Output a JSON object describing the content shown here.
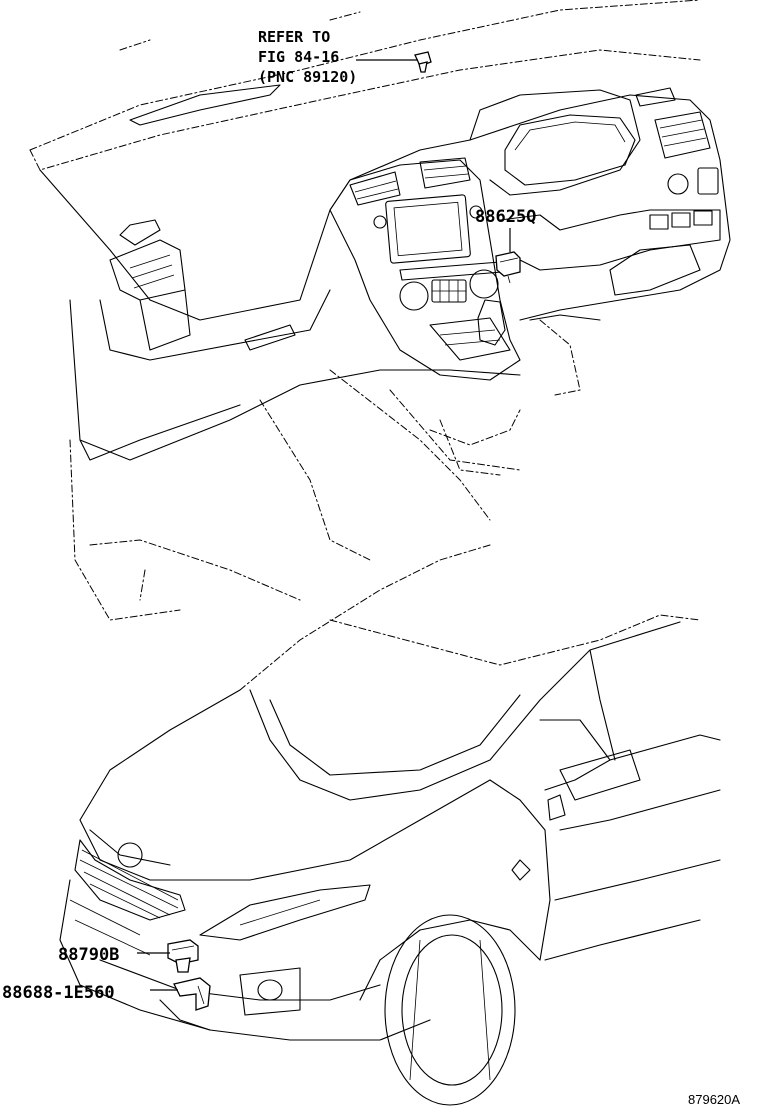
{
  "labels": {
    "refer_line1": "REFER TO",
    "refer_line2": "FIG 84-16",
    "refer_line3": "(PNC 89120)",
    "part_88625q": "88625Q",
    "part_88790b": "88790B",
    "part_88688": "88688-1E560",
    "catalog_no": "879620A"
  },
  "colors": {
    "line": "#000000",
    "background": "#ffffff"
  }
}
